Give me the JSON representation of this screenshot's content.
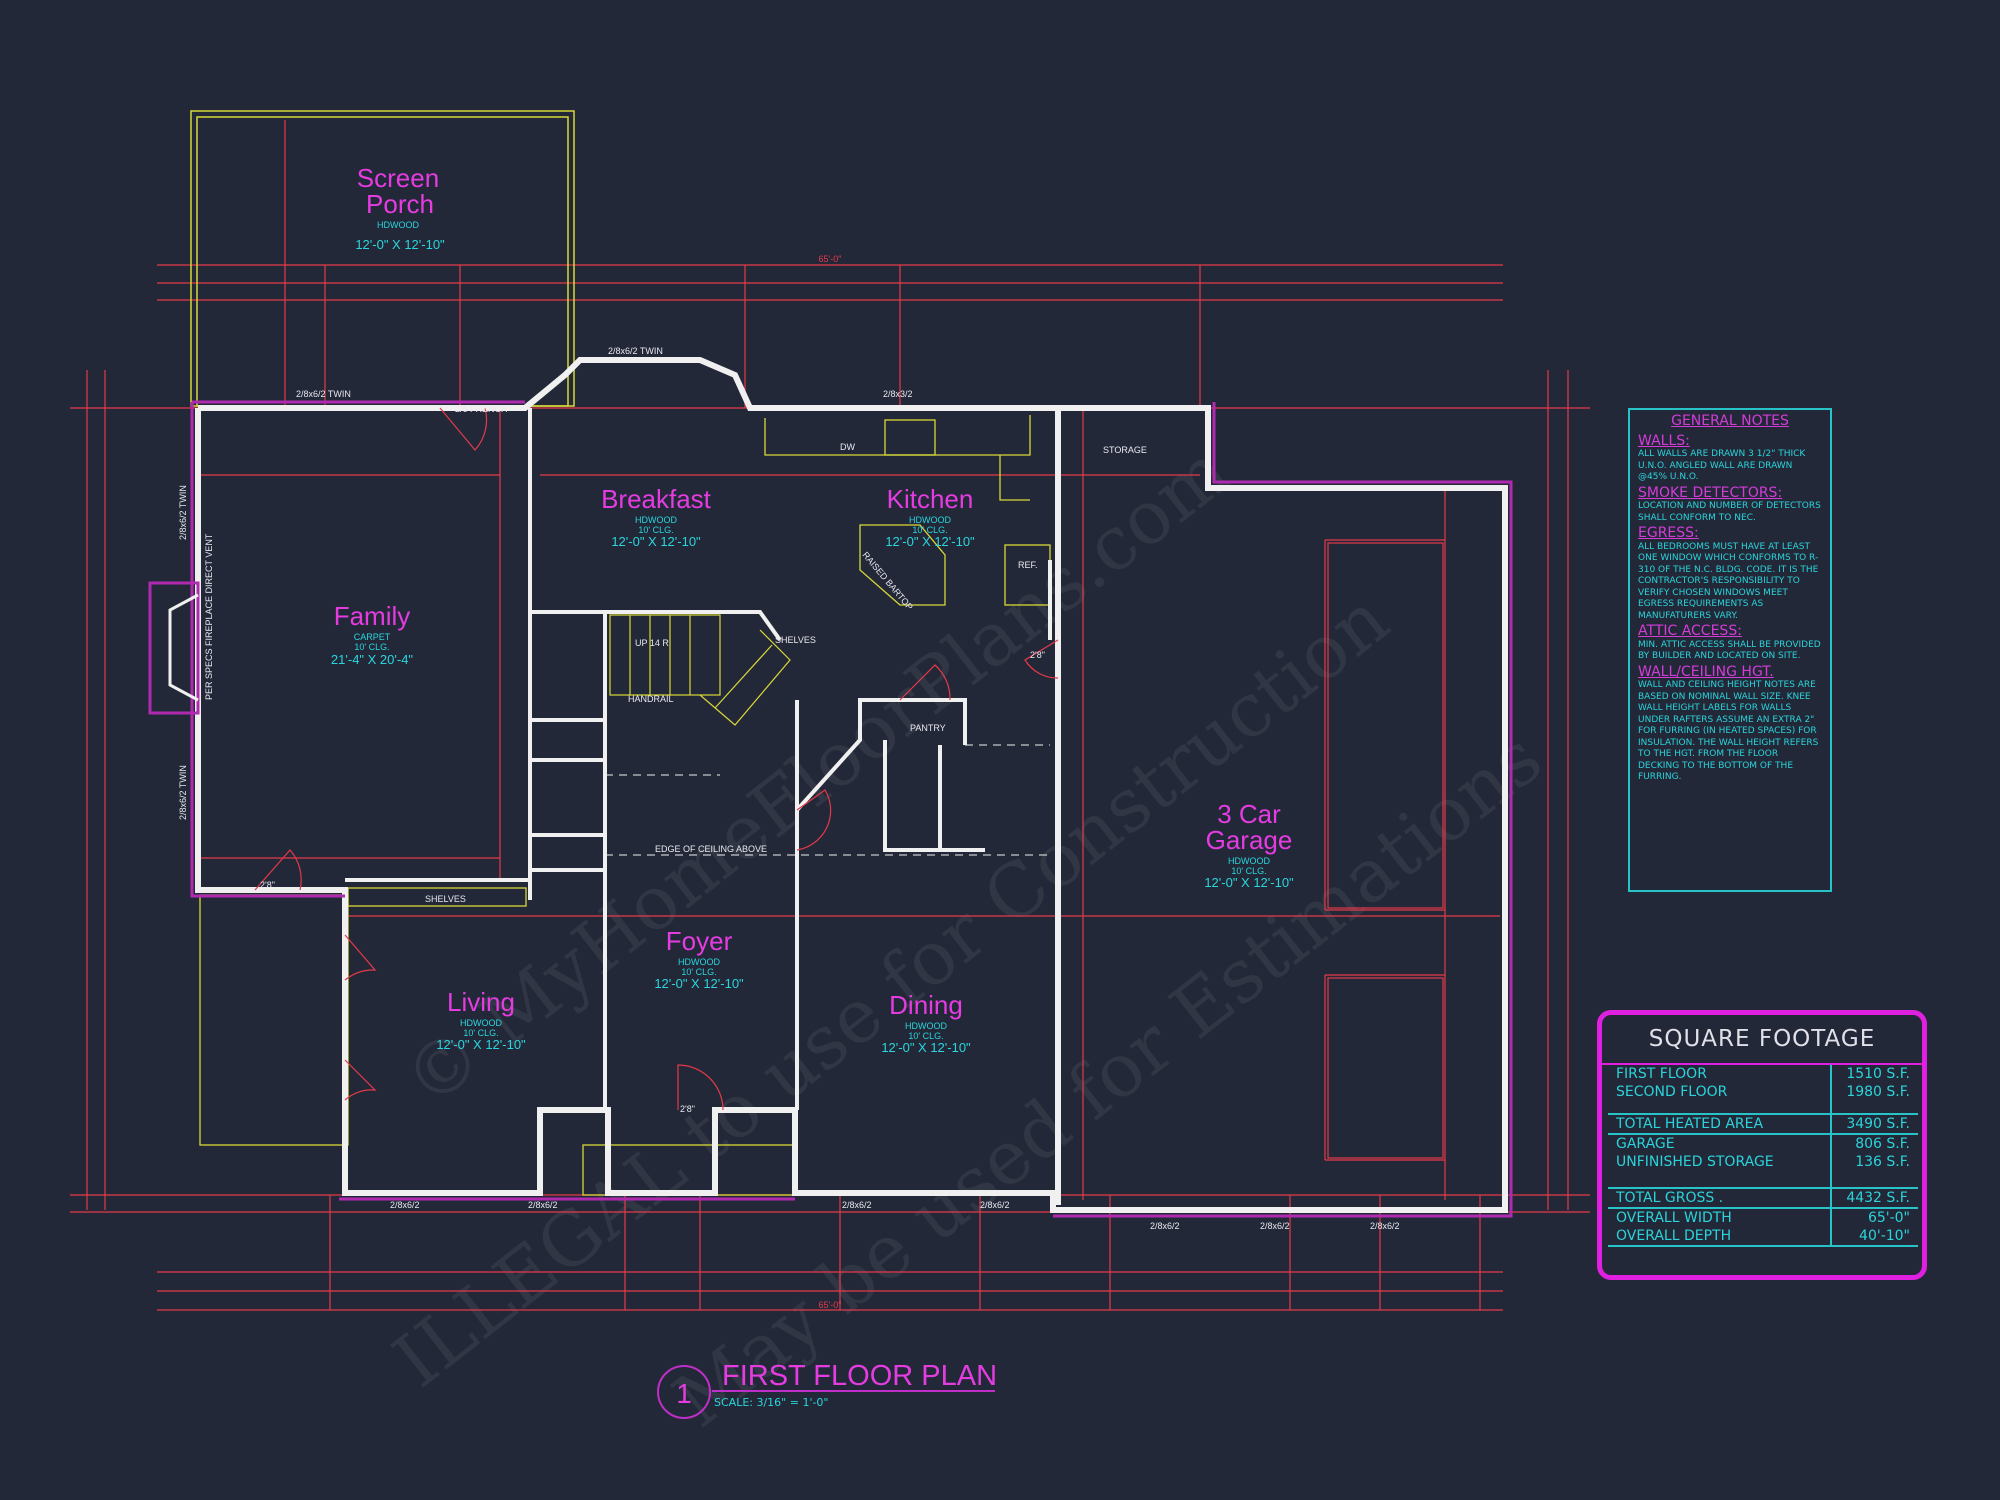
{
  "plan": {
    "title": "FIRST FLOOR PLAN",
    "number": "1",
    "scale": "SCALE: 3/16\" = 1'-0\""
  },
  "rooms": {
    "screen_porch": {
      "name1": "Screen",
      "name2": "Porch",
      "floor": "HDWOOD",
      "size": "12'-0\" X 12'-10\""
    },
    "family": {
      "name": "Family",
      "floor": "CARPET",
      "ceiling": "10' CLG.",
      "size": "21'-4\" X 20'-4\""
    },
    "breakfast": {
      "name": "Breakfast",
      "floor": "HDWOOD",
      "ceiling": "10' CLG.",
      "size": "12'-0\" X 12'-10\""
    },
    "kitchen": {
      "name": "Kitchen",
      "floor": "HDWOOD",
      "ceiling": "10' CLG.",
      "size": "12'-0\" X 12'-10\""
    },
    "living": {
      "name": "Living",
      "floor": "HDWOOD",
      "ceiling": "10' CLG.",
      "size": "12'-0\" X 12'-10\""
    },
    "foyer": {
      "name": "Foyer",
      "floor": "HDWOOD",
      "ceiling": "10' CLG.",
      "size": "12'-0\" X 12'-10\""
    },
    "dining": {
      "name": "Dining",
      "floor": "HDWOOD",
      "ceiling": "10' CLG.",
      "size": "12'-0\" X 12'-10\""
    },
    "garage": {
      "name1": "3 Car",
      "name2": "Garage",
      "floor": "HDWOOD",
      "ceiling": "10' CLG.",
      "size": "12'-0\" X 12'-10\""
    }
  },
  "labels": {
    "storage": "STORAGE",
    "ref": "REF.",
    "pantry": "PANTRY",
    "shelves": "SHELVES",
    "shelves2": "SHELVES",
    "handrail": "HANDRAIL",
    "stairs": "UP 14 R",
    "ceiling_edge": "EDGE OF CEILING ABOVE",
    "bartop": "RAISED BARTOP",
    "dw": "DW",
    "fireplace": "PER SPECS FIREPLACE DIRECT VENT",
    "window_twin": "2/8x6/2 TWIN",
    "window_kitchen": "2/8x3/2",
    "window_single": "2/8x6/2",
    "door_french": "2/6 FRENCH",
    "door": "2'8\"",
    "overall_dim": "65'-0\""
  },
  "watermark": {
    "line1": "© MyHomeFloorPlans.com",
    "line2": "ILLEGAL to use for Construction",
    "line3": "May be used for Estimations"
  },
  "general_notes": {
    "title": "GENERAL NOTES",
    "sections": [
      {
        "heading": "WALLS:",
        "text": "ALL WALLS ARE DRAWN 3 1/2\" THICK U.N.O. ANGLED WALL ARE DRAWN @45% U.N.O."
      },
      {
        "heading": "SMOKE DETECTORS:",
        "text": "LOCATION AND NUMBER OF DETECTORS SHALL CONFORM TO NEC."
      },
      {
        "heading": "EGRESS:",
        "text": "ALL BEDROOMS MUST HAVE AT LEAST ONE WINDOW WHICH CONFORMS TO R-310 OF THE N.C. BLDG. CODE. IT IS THE CONTRACTOR'S RESPONSIBILITY TO VERIFY CHOSEN WINDOWS MEET EGRESS REQUIREMENTS AS MANUFATURERS VARY."
      },
      {
        "heading": "ATTIC ACCESS:",
        "text": "MIN. ATTIC ACCESS SHALL BE PROVIDED BY BUILDER AND LOCATED ON SITE."
      },
      {
        "heading": "WALL/CEILING HGT.",
        "text": "WALL AND CEILING HEIGHT NOTES ARE BASED ON NOMINAL WALL SIZE. KNEE WALL HEIGHT LABELS FOR WALLS UNDER RAFTERS ASSUME AN EXTRA 2\" FOR FURRING (IN HEATED SPACES) FOR INSULATION. THE WALL HEIGHT REFERS TO THE HGT. FROM THE FLOOR DECKING TO THE BOTTOM OF THE FURRING."
      }
    ]
  },
  "square_footage": {
    "title": "SQUARE FOOTAGE",
    "rows": [
      {
        "label": "FIRST FLOOR",
        "value": "1510 S.F."
      },
      {
        "label": "SECOND FLOOR",
        "value": "1980 S.F."
      },
      {
        "label": "TOTAL HEATED AREA",
        "value": "3490 S.F."
      },
      {
        "label": "GARAGE",
        "value": "806 S.F."
      },
      {
        "label": "UNFINISHED STORAGE",
        "value": "136 S.F."
      },
      {
        "label": "TOTAL GROSS .",
        "value": "4432 S.F."
      },
      {
        "label": "OVERALL WIDTH",
        "value": "65'-0\""
      },
      {
        "label": "OVERALL DEPTH",
        "value": "40'-10\""
      }
    ]
  },
  "colors": {
    "background": "#232838",
    "wall": "#f0f0f0",
    "dimension": "#e33a4a",
    "room_title": "#e43ce0",
    "annotation": "#29d6dd",
    "fixture": "#d8d838"
  }
}
